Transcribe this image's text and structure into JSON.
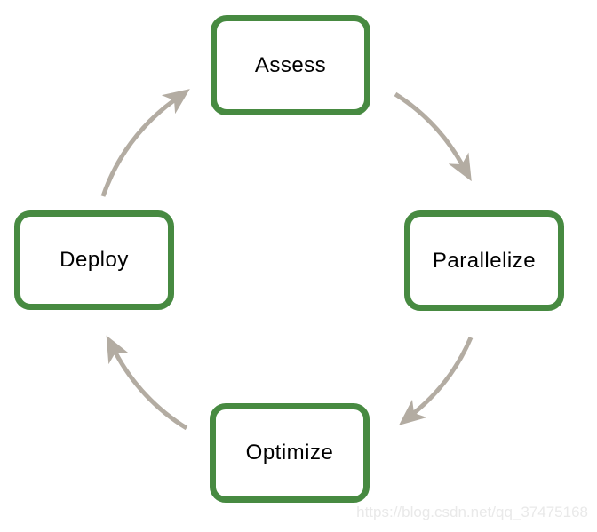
{
  "diagram": {
    "type": "cycle",
    "nodes": [
      {
        "id": "assess",
        "label": "Assess"
      },
      {
        "id": "parallelize",
        "label": "Parallelize"
      },
      {
        "id": "optimize",
        "label": "Optimize"
      },
      {
        "id": "deploy",
        "label": "Deploy"
      }
    ],
    "edges": [
      {
        "from": "assess",
        "to": "parallelize"
      },
      {
        "from": "parallelize",
        "to": "optimize"
      },
      {
        "from": "optimize",
        "to": "deploy"
      },
      {
        "from": "deploy",
        "to": "assess"
      }
    ]
  },
  "theme": {
    "background": "#ffffff",
    "node_fill": "#ffffff",
    "node_border": "#478a41",
    "node_text": "#000000",
    "arrow": "#b3aca2",
    "watermark_color": "#e9e9e9"
  },
  "watermark": {
    "text": "https://blog.csdn.net/qq_37475168"
  }
}
